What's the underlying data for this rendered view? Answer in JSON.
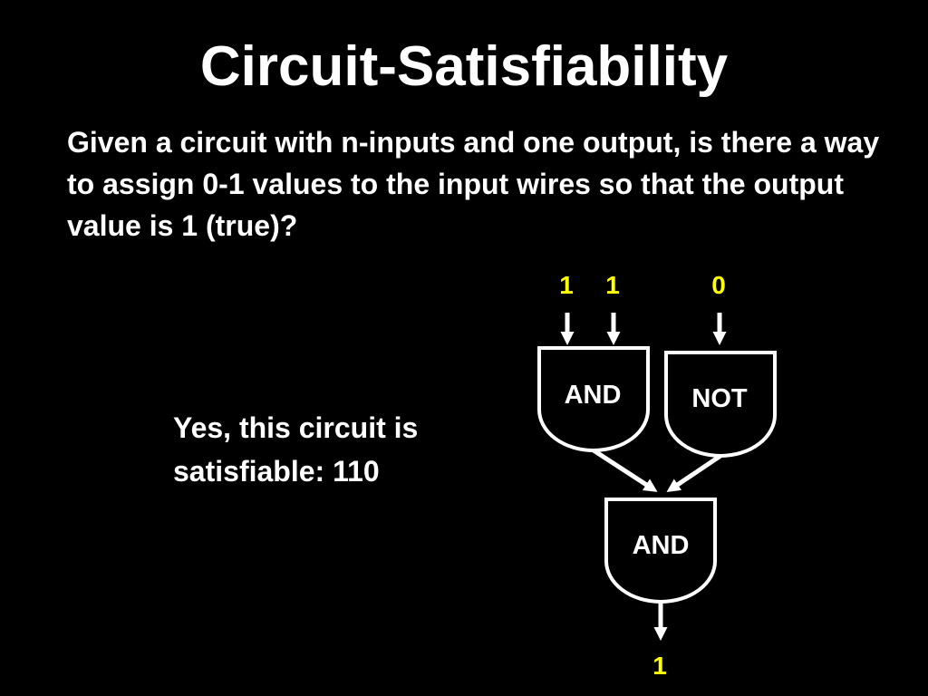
{
  "slide": {
    "title": "Circuit-Satisfiability",
    "description": "Given a circuit with n-inputs and one output, is there a way to assign 0-1 values to the input wires so that the output value is 1 (true)?",
    "answer_line1": "Yes, this circuit is",
    "answer_line2": "satisfiable: 110"
  },
  "circuit": {
    "inputs": [
      "1",
      "1",
      "0"
    ],
    "output": "1",
    "gates": {
      "and_top": "AND",
      "not_top": "NOT",
      "and_bottom": "AND"
    }
  },
  "colors": {
    "background": "#000000",
    "text": "#ffffff",
    "bit_value": "#ffff00"
  }
}
